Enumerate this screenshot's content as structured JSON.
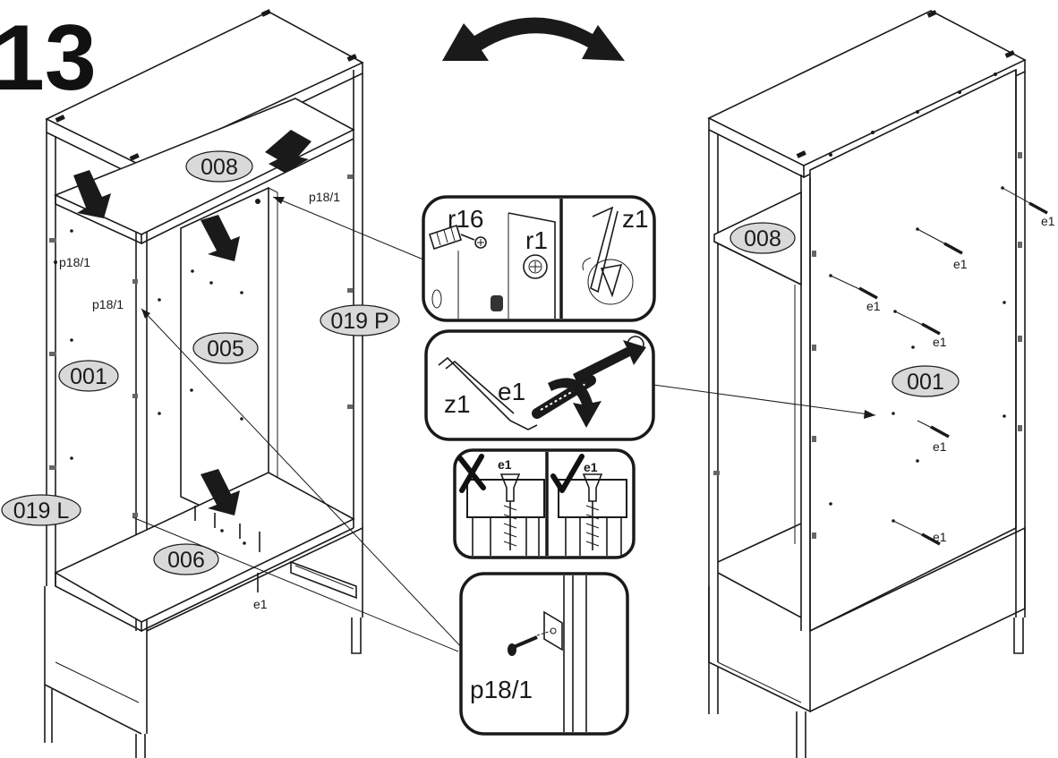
{
  "step_number": "13",
  "left_view": {
    "part_labels": {
      "p008": "008",
      "p001": "001",
      "p005": "005",
      "p006": "006",
      "p019L": "019 L",
      "p019P": "019 P"
    },
    "hardware_labels": {
      "p18_a": "p18/1",
      "p18_b": "p18/1",
      "p18_c": "p18/1",
      "e1": "e1"
    }
  },
  "right_view": {
    "part_labels": {
      "p008": "008",
      "p001": "001"
    },
    "hardware_labels": [
      "e1",
      "e1",
      "e1",
      "e1",
      "e1",
      "e1"
    ]
  },
  "inset_tools": {
    "r16": "r16",
    "r1": "r1",
    "z1": "z1"
  },
  "inset_cam": {
    "z1": "z1",
    "e1": "e1"
  },
  "inset_check": {
    "wrong_label": "e1",
    "right_label": "e1"
  },
  "inset_pin": {
    "label": "p18/1"
  },
  "icons": [
    "rotate-arrow-icon",
    "down-arrow-icon",
    "wrong-x-icon",
    "check-mark-icon",
    "allen-key-icon",
    "screw-icon"
  ]
}
